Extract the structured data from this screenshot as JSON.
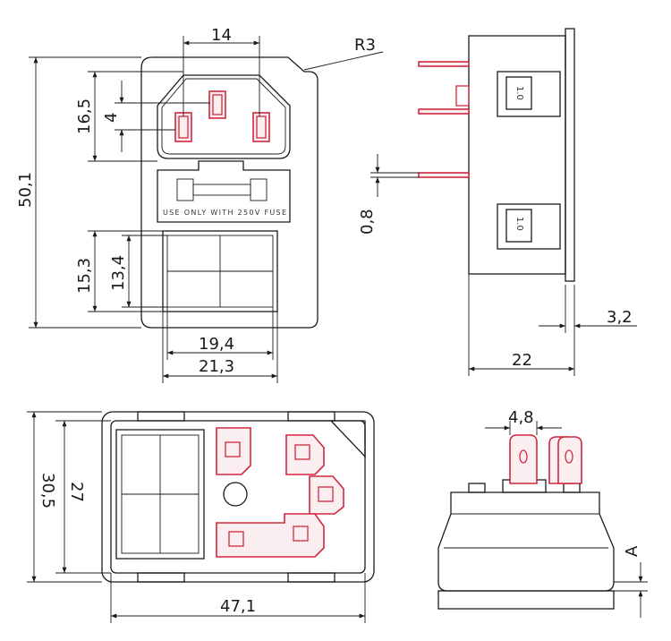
{
  "front_view": {
    "dim_14": "14",
    "dim_r3": "R3",
    "dim_16_5": "16,5",
    "dim_4": "4",
    "dim_50_1": "50,1",
    "dim_15_3": "15,3",
    "dim_13_4": "13,4",
    "dim_19_4": "19,4",
    "dim_21_3": "21,3",
    "fuse_label": "USE ONLY WITH 250V FUSE"
  },
  "side_view": {
    "dim_0_8": "0,8",
    "dim_3_2": "3,2",
    "dim_22": "22",
    "switch_mark_top": "1.0",
    "switch_mark_bottom": "1.0"
  },
  "top_view": {
    "dim_30_5": "30,5",
    "dim_27": "27",
    "dim_47_1": "47,1"
  },
  "end_view": {
    "dim_4_8": "4,8",
    "dim_a": "A"
  },
  "colors": {
    "line": "#1a1a1a",
    "pin": "#d0283c"
  }
}
